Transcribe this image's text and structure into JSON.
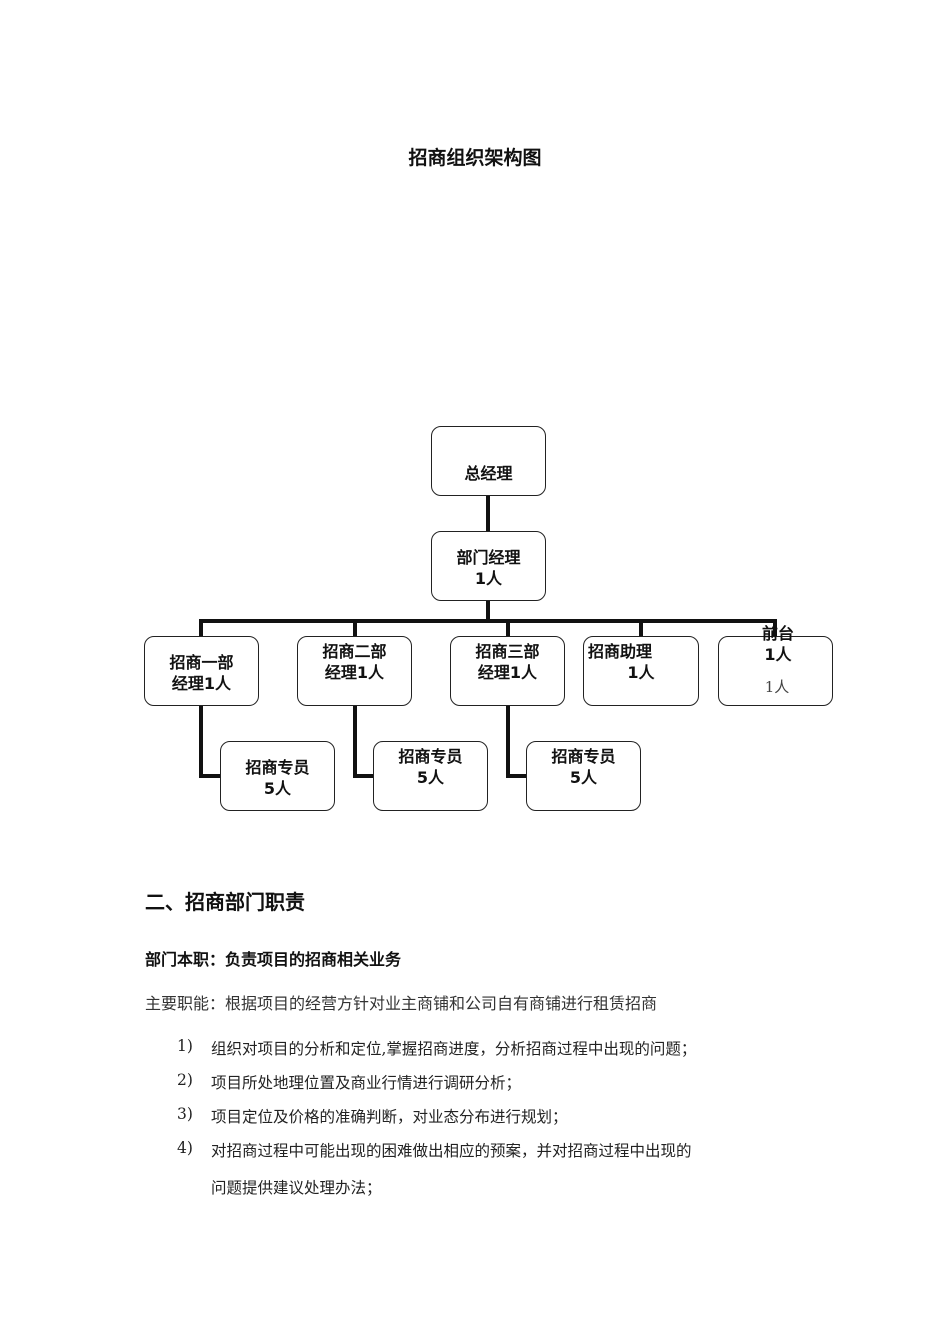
{
  "title": "招商组织架构图",
  "chart": {
    "gm": "总经理",
    "dept_manager": [
      "部门经理",
      "1人"
    ],
    "dept1": [
      "招商一部",
      "经理1人"
    ],
    "dept2": [
      "招商二部",
      "经理1人"
    ],
    "dept3": [
      "招商三部",
      "经理1人"
    ],
    "assistant": [
      "招商助理",
      "1人"
    ],
    "reception": [
      "前台",
      "1人",
      "1人"
    ],
    "staff1": [
      "招商专员",
      "5人"
    ],
    "staff2": [
      "招商专员",
      "5人"
    ],
    "staff3": [
      "招商专员",
      "5人"
    ]
  },
  "section": {
    "heading": "二、招商部门职责",
    "duty": "部门本职：负责项目的招商相关业务",
    "function": "主要职能：根据项目的经营方针对业主商铺和公司自有商铺进行租赁招商",
    "items": [
      {
        "num": "1)",
        "text": "组织对项目的分析和定位,掌握招商进度，分析招商过程中出现的问题；"
      },
      {
        "num": "2)",
        "text": "项目所处地理位置及商业行情进行调研分析；"
      },
      {
        "num": "3)",
        "text": "项目定位及价格的准确判断，对业态分布进行规划；"
      },
      {
        "num": "4)",
        "text": "对招商过程中可能出现的困难做出相应的预案，并对招商过程中出现的"
      }
    ],
    "item4_cont": "问题提供建议处理办法；"
  }
}
